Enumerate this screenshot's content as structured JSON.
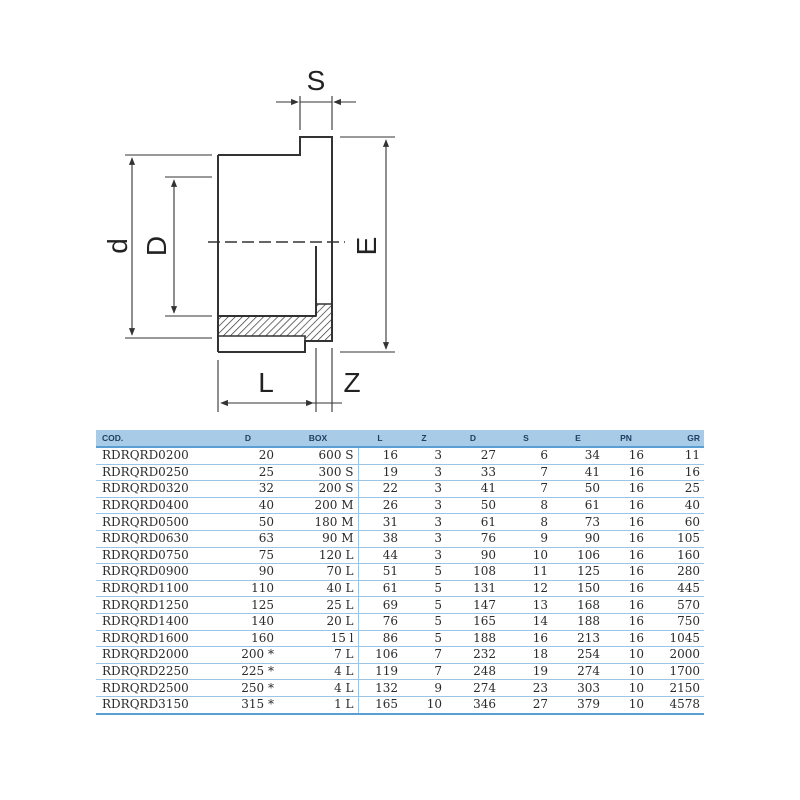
{
  "drawing": {
    "labels": {
      "s": "S",
      "d_outer": "d",
      "d_inner": "D",
      "e": "E",
      "l": "L",
      "z": "Z"
    }
  },
  "table": {
    "headers": [
      "COD.",
      "D",
      "BOX",
      "L",
      "Z",
      "D",
      "S",
      "E",
      "PN",
      "GR"
    ],
    "rows": [
      [
        "RDRQRD0200",
        "20",
        "600 S",
        "16",
        "3",
        "27",
        "6",
        "34",
        "16",
        "11"
      ],
      [
        "RDRQRD0250",
        "25",
        "300 S",
        "19",
        "3",
        "33",
        "7",
        "41",
        "16",
        "16"
      ],
      [
        "RDRQRD0320",
        "32",
        "200 S",
        "22",
        "3",
        "41",
        "7",
        "50",
        "16",
        "25"
      ],
      [
        "RDRQRD0400",
        "40",
        "200 M",
        "26",
        "3",
        "50",
        "8",
        "61",
        "16",
        "40"
      ],
      [
        "RDRQRD0500",
        "50",
        "180 M",
        "31",
        "3",
        "61",
        "8",
        "73",
        "16",
        "60"
      ],
      [
        "RDRQRD0630",
        "63",
        "90 M",
        "38",
        "3",
        "76",
        "9",
        "90",
        "16",
        "105"
      ],
      [
        "RDRQRD0750",
        "75",
        "120 L",
        "44",
        "3",
        "90",
        "10",
        "106",
        "16",
        "160"
      ],
      [
        "RDRQRD0900",
        "90",
        "70 L",
        "51",
        "5",
        "108",
        "11",
        "125",
        "16",
        "280"
      ],
      [
        "RDRQRD1100",
        "110",
        "40 L",
        "61",
        "5",
        "131",
        "12",
        "150",
        "16",
        "445"
      ],
      [
        "RDRQRD1250",
        "125",
        "25 L",
        "69",
        "5",
        "147",
        "13",
        "168",
        "16",
        "570"
      ],
      [
        "RDRQRD1400",
        "140",
        "20 L",
        "76",
        "5",
        "165",
        "14",
        "188",
        "16",
        "750"
      ],
      [
        "RDRQRD1600",
        "160",
        "15 l",
        "86",
        "5",
        "188",
        "16",
        "213",
        "16",
        "1045"
      ],
      [
        "RDRQRD2000",
        "200 *",
        "7 L",
        "106",
        "7",
        "232",
        "18",
        "254",
        "10",
        "2000"
      ],
      [
        "RDRQRD2250",
        "225 *",
        "4 L",
        "119",
        "7",
        "248",
        "19",
        "274",
        "10",
        "1700"
      ],
      [
        "RDRQRD2500",
        "250 *",
        "4 L",
        "132",
        "9",
        "274",
        "23",
        "303",
        "10",
        "2150"
      ],
      [
        "RDRQRD3150",
        "315 *",
        "1 L",
        "165",
        "10",
        "346",
        "27",
        "379",
        "10",
        "4578"
      ]
    ]
  }
}
